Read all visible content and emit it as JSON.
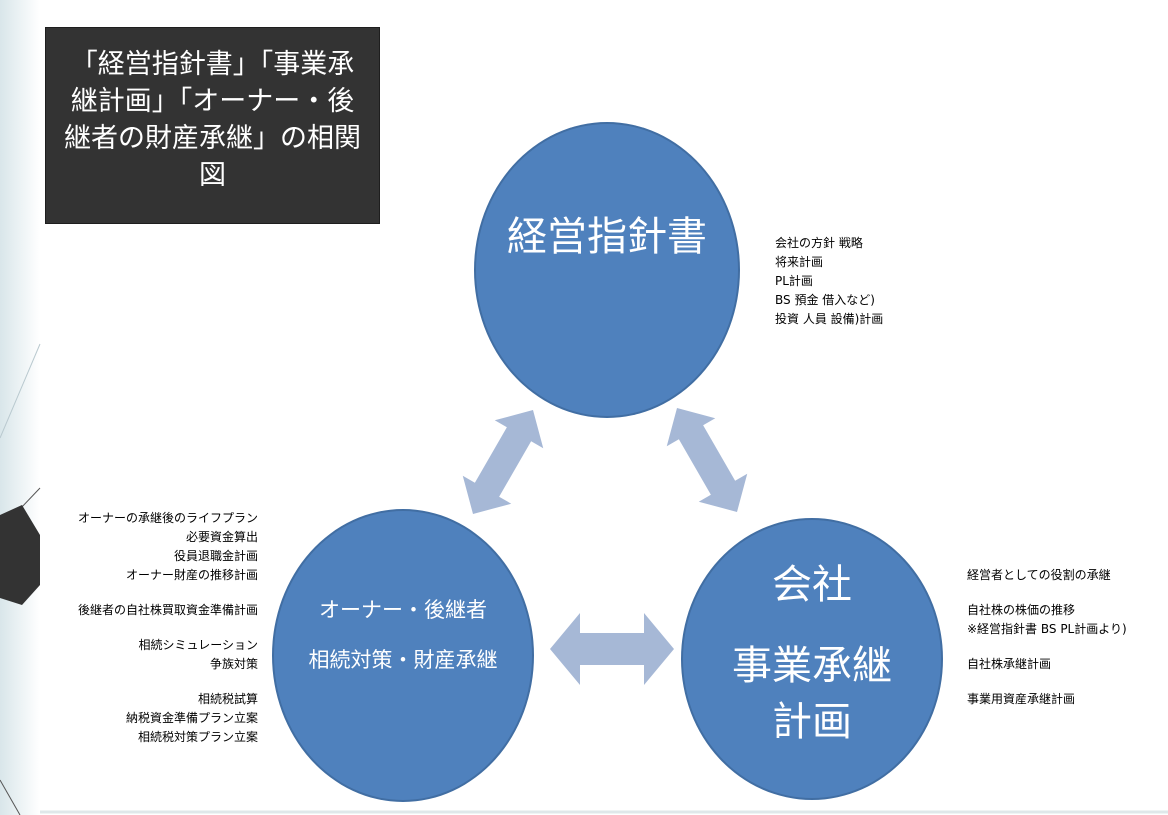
{
  "colors": {
    "circle_fill": "#4f81bd",
    "arrow_fill": "#a6b8d6",
    "title_box_fill": "#333333",
    "title_text": "#ffffff",
    "circle_text": "#ffffff",
    "background": "#ffffff",
    "side_gradient": "#e6eff1"
  },
  "title_box": {
    "text": "「経営指針書」「事業承継計画」「オーナー・後継者の財産承継」の相関図"
  },
  "circles": {
    "top": {
      "label": "経営指針書"
    },
    "right": {
      "label_line1": "会社",
      "label_line2": "事業承継計画"
    },
    "left": {
      "label_line1": "オーナー・後継者",
      "label_line2": "相続対策・財産承継"
    }
  },
  "notes": {
    "top": [
      "会社の方針 戦略",
      "将来計画",
      "PL計画",
      "BS 預金 借入など)",
      "投資 人員 設備)計画"
    ],
    "right": [
      [
        "経営者としての役割の承継"
      ],
      [
        "自社株の株価の推移",
        "※経営指針書 BS PL計画より)"
      ],
      [
        "自社株承継計画"
      ],
      [
        "事業用資産承継計画"
      ]
    ],
    "left": [
      [
        "オーナーの承継後のライフプラン",
        "必要資金算出",
        "役員退職金計画",
        "オーナー財産の推移計画"
      ],
      [
        "後継者の自社株買取資金準備計画"
      ],
      [
        "相続シミュレーション",
        "争族対策"
      ],
      [
        "相続税試算",
        "納税資金準備プラン立案",
        "相続税対策プラン立案"
      ]
    ]
  },
  "arrows": [
    {
      "name": "arrow-top-left",
      "connects": [
        "top",
        "left"
      ]
    },
    {
      "name": "arrow-top-right",
      "connects": [
        "top",
        "right"
      ]
    },
    {
      "name": "arrow-left-right",
      "connects": [
        "left",
        "right"
      ]
    }
  ]
}
